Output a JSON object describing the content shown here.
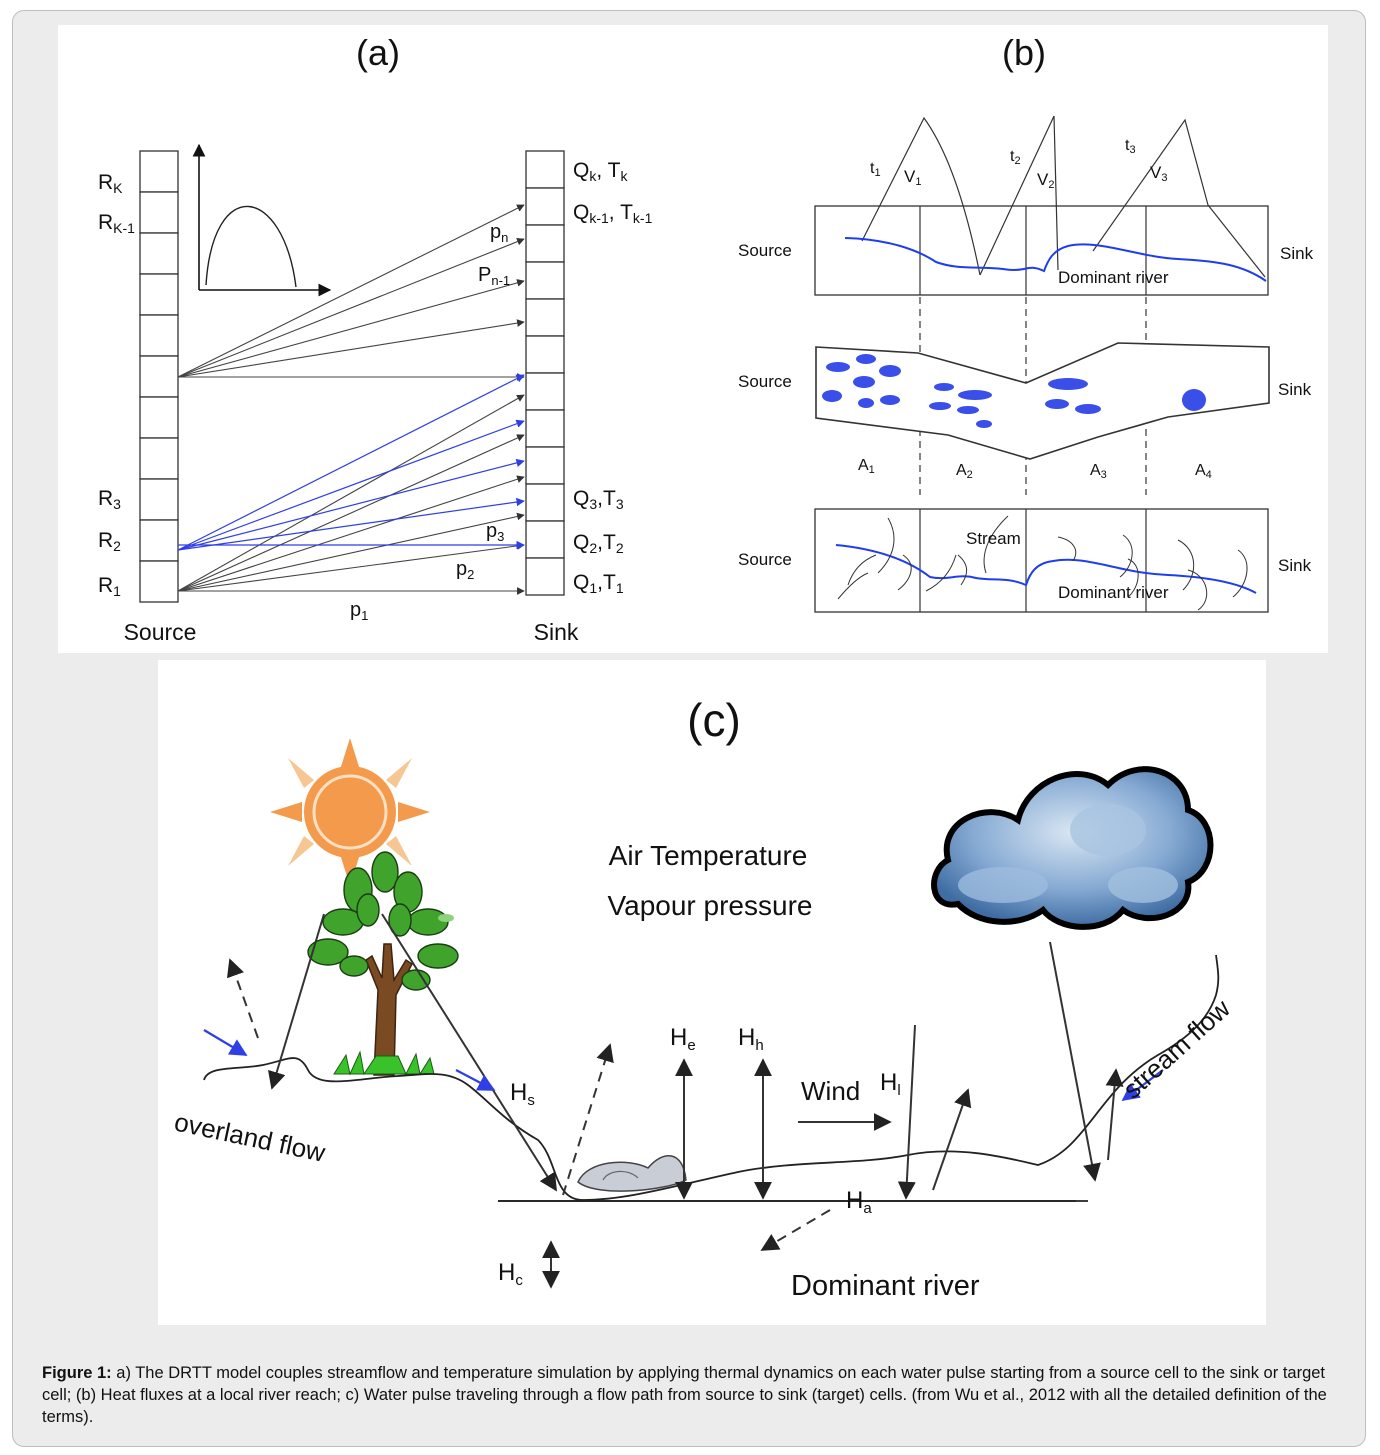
{
  "panel_a": {
    "label": "(a)",
    "source_label": "Source",
    "sink_label": "Sink",
    "r_labels": {
      "rk": "R",
      "rk_sub": "K",
      "rk1": "R",
      "rk1_sub": "K-1",
      "r3": "R",
      "r3_sub": "3",
      "r2": "R",
      "r2_sub": "2",
      "r1": "R",
      "r1_sub": "1"
    },
    "q_labels": {
      "qk_a": "Q",
      "qk_a_sub": "k",
      "qk_b": ", T",
      "qk_b_sub": "k",
      "qk1_a": "Q",
      "qk1_a_sub": "k-1",
      "qk1_b": ", T",
      "qk1_b_sub": "k-1",
      "q3_a": "Q",
      "q3_a_sub": "3",
      "q3_b": ",T",
      "q3_b_sub": "3",
      "q2_a": "Q",
      "q2_a_sub": "2",
      "q2_b": ",T",
      "q2_b_sub": "2",
      "q1_a": "Q",
      "q1_a_sub": "1",
      "q1_b": ",T",
      "q1_b_sub": "1"
    },
    "p_labels": {
      "pn": "p",
      "pn_sub": "n",
      "pn1": "P",
      "pn1_sub": "n-1",
      "p3": "p",
      "p3_sub": "3",
      "p2": "p",
      "p2_sub": "2",
      "p1": "p",
      "p1_sub": "1"
    }
  },
  "panel_b": {
    "label": "(b)",
    "source": "Source",
    "sink": "Sink",
    "t_labels": [
      {
        "t": "t",
        "sub": "1"
      },
      {
        "t": "t",
        "sub": "2"
      },
      {
        "t": "t",
        "sub": "3"
      }
    ],
    "v_labels": [
      {
        "t": "V",
        "sub": "1"
      },
      {
        "t": "V",
        "sub": "2"
      },
      {
        "t": "V",
        "sub": "3"
      }
    ],
    "a_labels": [
      {
        "t": "A",
        "sub": "1"
      },
      {
        "t": "A",
        "sub": "2"
      },
      {
        "t": "A",
        "sub": "3"
      },
      {
        "t": "A",
        "sub": "4"
      }
    ],
    "dominant_river": "Dominant river",
    "stream": "Stream"
  },
  "panel_c": {
    "label": "(c)",
    "air_temperature": "Air Temperature",
    "vapour_pressure": "Vapour pressure",
    "hs": "H",
    "hs_sub": "s",
    "he": "H",
    "he_sub": "e",
    "hh": "H",
    "hh_sub": "h",
    "hl": "H",
    "hl_sub": "l",
    "ha": "H",
    "ha_sub": "a",
    "hc": "H",
    "hc_sub": "c",
    "wind": "Wind",
    "overland_flow": "overland flow",
    "stream_flow": "stream flow",
    "dominant_river": "Dominant river"
  },
  "colors": {
    "blue_arrow": "#2f3fe6",
    "river": "#1f3df0",
    "sun": "#f39a4c",
    "sun_light": "#f7c793",
    "cloud": "#6f97c6",
    "tree": "#3fa32c"
  },
  "caption": {
    "bold": "Figure 1:",
    "text": " a) The DRTT model couples streamflow and temperature simulation by applying thermal dynamics on each water pulse starting from a source cell to the sink or target cell; (b) Heat fluxes at a local river reach; c) Water pulse traveling through a flow path from source to sink (target) cells. (from Wu et al., 2012 with all the detailed definition of the terms)."
  }
}
